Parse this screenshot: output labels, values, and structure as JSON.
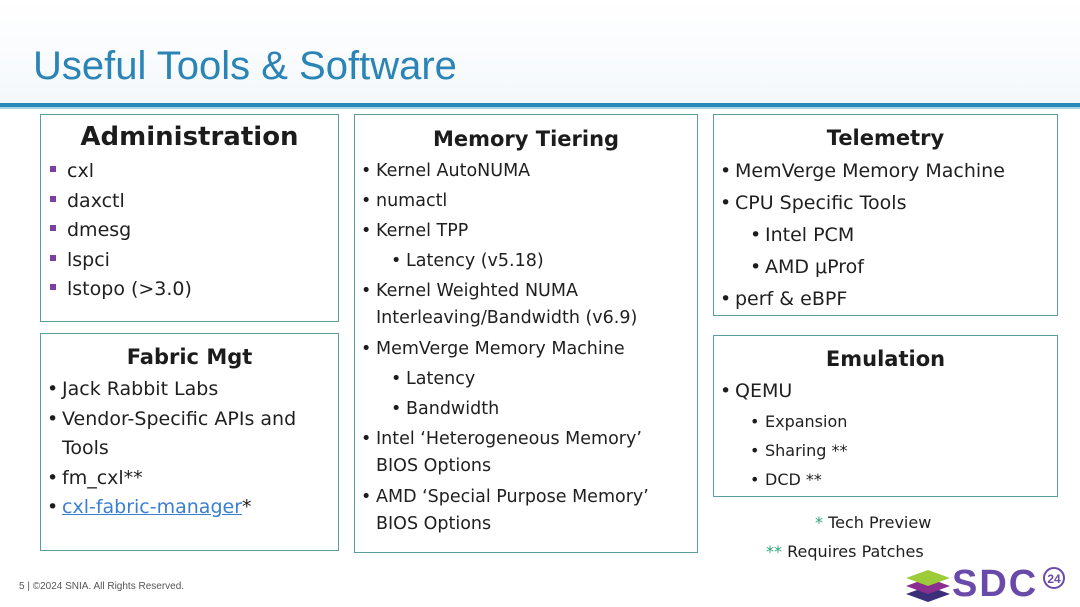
{
  "slide": {
    "title": "Useful Tools & Software",
    "footer": "5 | ©2024 SNIA. All Rights Reserved.",
    "logo_text": "SDC",
    "logo_badge": "24"
  },
  "administration": {
    "heading": "Administration",
    "items": [
      "cxl",
      "daxctl",
      "dmesg",
      "lspci",
      "lstopo (>3.0)"
    ]
  },
  "fabric": {
    "heading": "Fabric Mgt",
    "items": {
      "i0": "Jack Rabbit Labs",
      "i1a": "Vendor-Specific APIs and",
      "i1b": "Tools",
      "i2": "fm_cxl**",
      "i3_link": "cxl-fabric-manager",
      "i3_suffix": "*"
    }
  },
  "tiering": {
    "heading": "Memory Tiering",
    "items": {
      "autonuma": "Kernel AutoNUMA",
      "numactl": "numactl",
      "tpp": "Kernel TPP",
      "tpp_latency": "Latency (v5.18)",
      "weighted_a": "Kernel Weighted NUMA",
      "weighted_b": "Interleaving/Bandwidth (v6.9)",
      "memverge": "MemVerge Memory Machine",
      "mv_latency": "Latency",
      "mv_bandwidth": "Bandwidth",
      "intel_a": "Intel ‘Heterogeneous Memory’",
      "intel_b": "BIOS Options",
      "amd_a": "AMD ‘Special Purpose Memory’",
      "amd_b": "BIOS Options"
    }
  },
  "telemetry": {
    "heading": "Telemetry",
    "items": {
      "memverge": "MemVerge Memory Machine",
      "cpu": "CPU Specific Tools",
      "intel": "Intel PCM",
      "amd": "AMD μProf",
      "perf": "perf & eBPF"
    }
  },
  "emulation": {
    "heading": "Emulation",
    "items": {
      "qemu": "QEMU",
      "expansion": "Expansion",
      "sharing": "Sharing **",
      "dcd": "DCD **"
    }
  },
  "notes": {
    "n1_mark": "*",
    "n1_text": " Tech Preview",
    "n2_mark": "**",
    "n2_text": " Requires Patches"
  },
  "colors": {
    "title": "#2a84b6",
    "box_border": "#5c9e98",
    "admin_bullet": "#7a3f9f",
    "link": "#3a7fd3",
    "note_star": "#2aa37a",
    "logo_text": "#6a4aa8"
  }
}
